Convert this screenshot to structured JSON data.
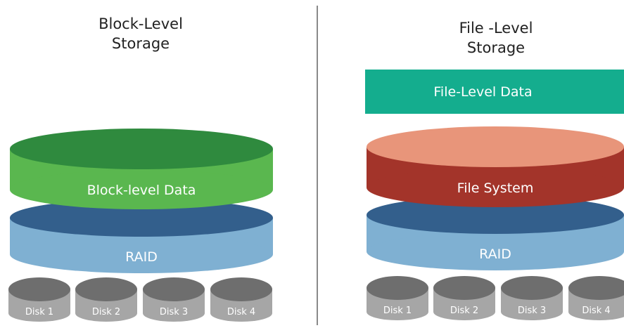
{
  "left": {
    "title": "Block-Level\nStorage",
    "data_layer": "Block-level Data",
    "raid_layer": "RAID",
    "disks": [
      "Disk 1",
      "Disk 2",
      "Disk 3",
      "Disk 4"
    ]
  },
  "right": {
    "title": "File -Level\nStorage",
    "file_data": "File-Level Data",
    "fs_layer": "File System",
    "raid_layer": "RAID",
    "disks": [
      "Disk 1",
      "Disk 2",
      "Disk 3",
      "Disk 4"
    ]
  },
  "colors": {
    "block_side": "#5ab74f",
    "block_top": "#2f8a3e",
    "raid_side": "#7fb0d2",
    "raid_top": "#335f8c",
    "fs_side": "#a3342a",
    "fs_top": "#e8957a",
    "file_box": "#14ad8e",
    "disk_side": "#a6a6a6",
    "disk_top": "#6e6e6e",
    "divider": "#8a8a8a"
  }
}
